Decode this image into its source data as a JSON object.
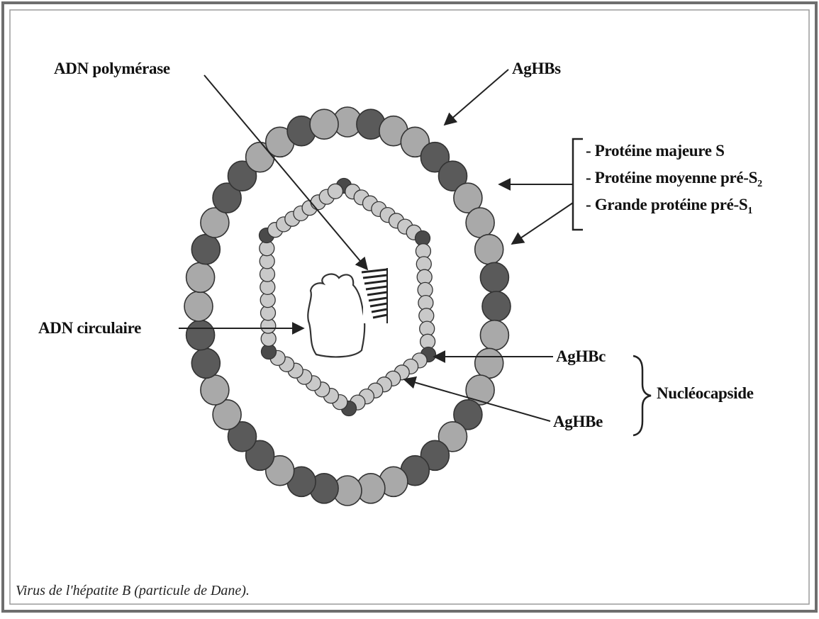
{
  "diagram": {
    "labels": {
      "adn_polymerase": "ADN polymérase",
      "aghbs": "AgHBs",
      "adn_circulaire": "ADN circulaire",
      "aghbc": "AgHBc",
      "aghbe": "AgHBe",
      "nucleocapside": "Nucléocapside"
    },
    "envelope_proteins": [
      {
        "text": "- Protéine majeure S",
        "subscript": ""
      },
      {
        "text": "- Protéine moyenne pré-S",
        "subscript": "2"
      },
      {
        "text": "- Grande protéine pré-S",
        "subscript": "1"
      }
    ],
    "caption": "Virus de l'hépatite B (particule de Dane).",
    "colors": {
      "border": "#6e6e6e",
      "outer_sphere_light": "#a9a9a9",
      "outer_sphere_dark": "#5a5a5a",
      "inner_sphere_light": "#c9c9c9",
      "inner_sphere_dark": "#4a4a4a",
      "arrow": "#222222"
    }
  }
}
